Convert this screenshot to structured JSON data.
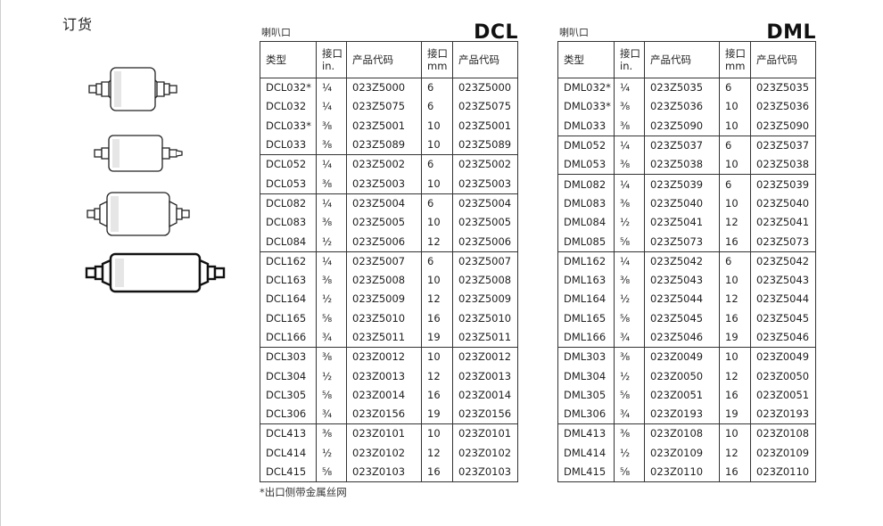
{
  "page": {
    "title": "订货"
  },
  "footnote": "*出口侧带金属丝网",
  "tables": [
    {
      "caption": "喇叭口",
      "brand": "DCL",
      "headers": {
        "type": "类型",
        "conn_in": "接口\nin.",
        "code1": "产品代码",
        "conn_mm": "接口\nmm",
        "code2": "产品代码"
      },
      "groups": [
        [
          [
            "DCL032*",
            "¼",
            "023Z5000",
            "6",
            "023Z5000"
          ],
          [
            "DCL032",
            "¼",
            "023Z5075",
            "6",
            "023Z5075"
          ],
          [
            "DCL033*",
            "⅜",
            "023Z5001",
            "10",
            "023Z5001"
          ],
          [
            "DCL033",
            "⅜",
            "023Z5089",
            "10",
            "023Z5089"
          ]
        ],
        [
          [
            "DCL052",
            "¼",
            "023Z5002",
            "6",
            "023Z5002"
          ],
          [
            "DCL053",
            "⅜",
            "023Z5003",
            "10",
            "023Z5003"
          ]
        ],
        [
          [
            "DCL082",
            "¼",
            "023Z5004",
            "6",
            "023Z5004"
          ],
          [
            "DCL083",
            "⅜",
            "023Z5005",
            "10",
            "023Z5005"
          ],
          [
            "DCL084",
            "½",
            "023Z5006",
            "12",
            "023Z5006"
          ]
        ],
        [
          [
            "DCL162",
            "¼",
            "023Z5007",
            "6",
            "023Z5007"
          ],
          [
            "DCL163",
            "⅜",
            "023Z5008",
            "10",
            "023Z5008"
          ],
          [
            "DCL164",
            "½",
            "023Z5009",
            "12",
            "023Z5009"
          ],
          [
            "DCL165",
            "⅝",
            "023Z5010",
            "16",
            "023Z5010"
          ],
          [
            "DCL166",
            "¾",
            "023Z5011",
            "19",
            "023Z5011"
          ]
        ],
        [
          [
            "DCL303",
            "⅜",
            "023Z0012",
            "10",
            "023Z0012"
          ],
          [
            "DCL304",
            "½",
            "023Z0013",
            "12",
            "023Z0013"
          ],
          [
            "DCL305",
            "⅝",
            "023Z0014",
            "16",
            "023Z0014"
          ],
          [
            "DCL306",
            "¾",
            "023Z0156",
            "19",
            "023Z0156"
          ]
        ],
        [
          [
            "DCL413",
            "⅜",
            "023Z0101",
            "10",
            "023Z0101"
          ],
          [
            "DCL414",
            "½",
            "023Z0102",
            "12",
            "023Z0102"
          ],
          [
            "DCL415",
            "⅝",
            "023Z0103",
            "16",
            "023Z0103"
          ]
        ]
      ]
    },
    {
      "caption": "喇叭口",
      "brand": "DML",
      "headers": {
        "type": "类型",
        "conn_in": "接口\nin.",
        "code1": "产品代码",
        "conn_mm": "接口\nmm",
        "code2": "产品代码"
      },
      "groups": [
        [
          [
            "DML032*",
            "¼",
            "023Z5035",
            "6",
            "023Z5035"
          ],
          [
            "DML033*",
            "⅜",
            "023Z5036",
            "10",
            "023Z5036"
          ],
          [
            "DML033",
            "⅜",
            "023Z5090",
            "10",
            "023Z5090"
          ]
        ],
        [
          [
            "DML052",
            "¼",
            "023Z5037",
            "6",
            "023Z5037"
          ],
          [
            "DML053",
            "⅜",
            "023Z5038",
            "10",
            "023Z5038"
          ]
        ],
        [
          [
            "DML082",
            "¼",
            "023Z5039",
            "6",
            "023Z5039"
          ],
          [
            "DML083",
            "⅜",
            "023Z5040",
            "10",
            "023Z5040"
          ],
          [
            "DML084",
            "½",
            "023Z5041",
            "12",
            "023Z5041"
          ],
          [
            "DML085",
            "⅝",
            "023Z5073",
            "16",
            "023Z5073"
          ]
        ],
        [
          [
            "DML162",
            "¼",
            "023Z5042",
            "6",
            "023Z5042"
          ],
          [
            "DML163",
            "⅜",
            "023Z5043",
            "10",
            "023Z5043"
          ],
          [
            "DML164",
            "½",
            "023Z5044",
            "12",
            "023Z5044"
          ],
          [
            "DML165",
            "⅝",
            "023Z5045",
            "16",
            "023Z5045"
          ],
          [
            "DML166",
            "¾",
            "023Z5046",
            "19",
            "023Z5046"
          ]
        ],
        [
          [
            "DML303",
            "⅜",
            "023Z0049",
            "10",
            "023Z0049"
          ],
          [
            "DML304",
            "½",
            "023Z0050",
            "12",
            "023Z0050"
          ],
          [
            "DML305",
            "⅝",
            "023Z0051",
            "16",
            "023Z0051"
          ],
          [
            "DML306",
            "¾",
            "023Z0193",
            "19",
            "023Z0193"
          ]
        ],
        [
          [
            "DML413",
            "⅜",
            "023Z0108",
            "10",
            "023Z0108"
          ],
          [
            "DML414",
            "½",
            "023Z0109",
            "12",
            "023Z0109"
          ],
          [
            "DML415",
            "⅝",
            "023Z0110",
            "16",
            "023Z0110"
          ]
        ]
      ]
    }
  ]
}
